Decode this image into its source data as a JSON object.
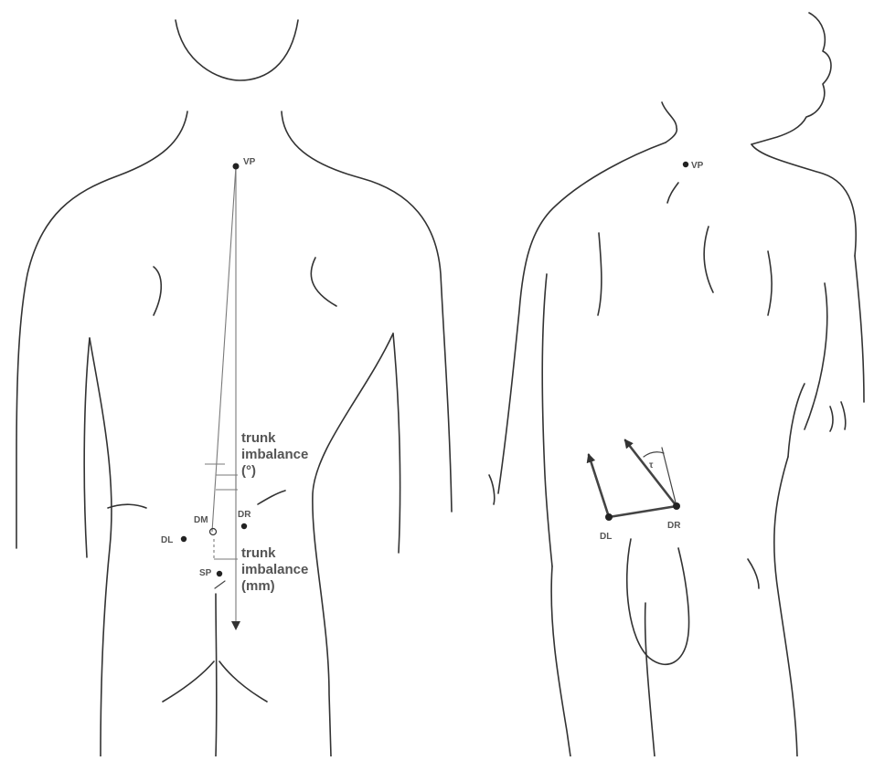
{
  "left_figure": {
    "landmarks": {
      "vp": "VP",
      "dm": "DM",
      "dr": "DR",
      "dl": "DL",
      "sp": "SP"
    },
    "annotation_degrees": [
      "trunk",
      "imbalance",
      "(°)"
    ],
    "annotation_mm": [
      "trunk",
      "imbalance",
      "(mm)"
    ]
  },
  "right_figure": {
    "landmarks": {
      "vp": "VP",
      "dl": "DL",
      "dr": "DR"
    },
    "angle_symbol": "τ"
  }
}
